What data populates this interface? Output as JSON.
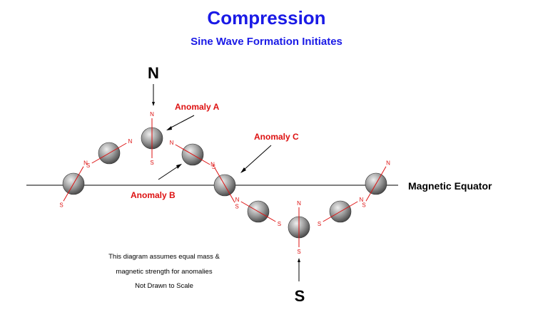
{
  "title": "Compression",
  "subtitle": "Sine Wave Formation Initiates",
  "colors": {
    "title": "#1a1ae6",
    "label": "#dd1111",
    "axis": "#dd1111",
    "line": "#000000",
    "sphere_light": "#e8e8e8",
    "sphere_dark": "#555555"
  },
  "poles": {
    "north": "N",
    "south": "S"
  },
  "axis_labels": {
    "north": "N",
    "south": "S"
  },
  "equator_label": "Magnetic Equator",
  "anomalies": {
    "a": "Anomaly A",
    "b": "Anomaly B",
    "c": "Anomaly C"
  },
  "notes": [
    "This diagram assumes equal mass &",
    "magnetic strength for anomalies",
    "Not Drawn to Scale"
  ]
}
